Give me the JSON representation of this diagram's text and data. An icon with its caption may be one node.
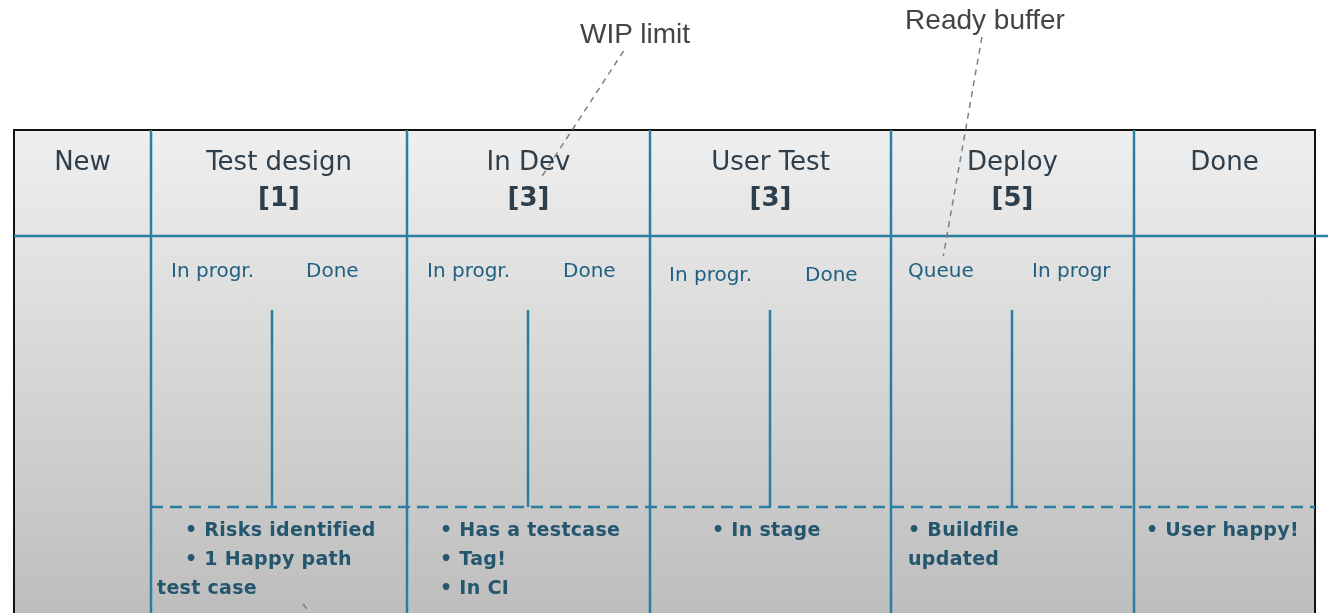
{
  "diagram": {
    "nodes": [
      {
        "text": [
          "WIP limit"
        ]
      },
      {
        "text": [
          "Ready buffer"
        ]
      },
      {
        "text": [
          "New"
        ]
      },
      {
        "text": [
          "Test design",
          "[1]"
        ]
      },
      {
        "text": [
          "In Dev",
          "[3]"
        ]
      },
      {
        "text": [
          "User Test",
          "[3]"
        ]
      },
      {
        "text": [
          "Deploy",
          "[5]"
        ]
      },
      {
        "text": [
          "Done"
        ]
      },
      {
        "text": [
          "Queue"
        ]
      },
      {
        "text": [
          "• Risks identified",
          "• 1 Happy path test case"
        ]
      },
      {
        "text": [
          "• Has a testcase",
          "• Tag!",
          "• In CI"
        ]
      },
      {
        "text": [
          "• In stage"
        ]
      },
      {
        "text": [
          "• Buildfile updated"
        ]
      },
      {
        "text": [
          "• User happy!"
        ]
      }
    ],
    "edges": [
      {
        "from": 0,
        "to": 4,
        "arrow": "none",
        "style": "dashed"
      },
      {
        "from": 1,
        "to": 8,
        "arrow": "none",
        "style": "dashed"
      },
      {
        "from": 9,
        "to": null,
        "arrow": "none",
        "style": "dashed"
      }
    ],
    "labels": [
      "In progr.",
      "Done",
      "In progr.",
      "Done",
      "In progr.",
      "Done",
      "In progr"
    ]
  }
}
